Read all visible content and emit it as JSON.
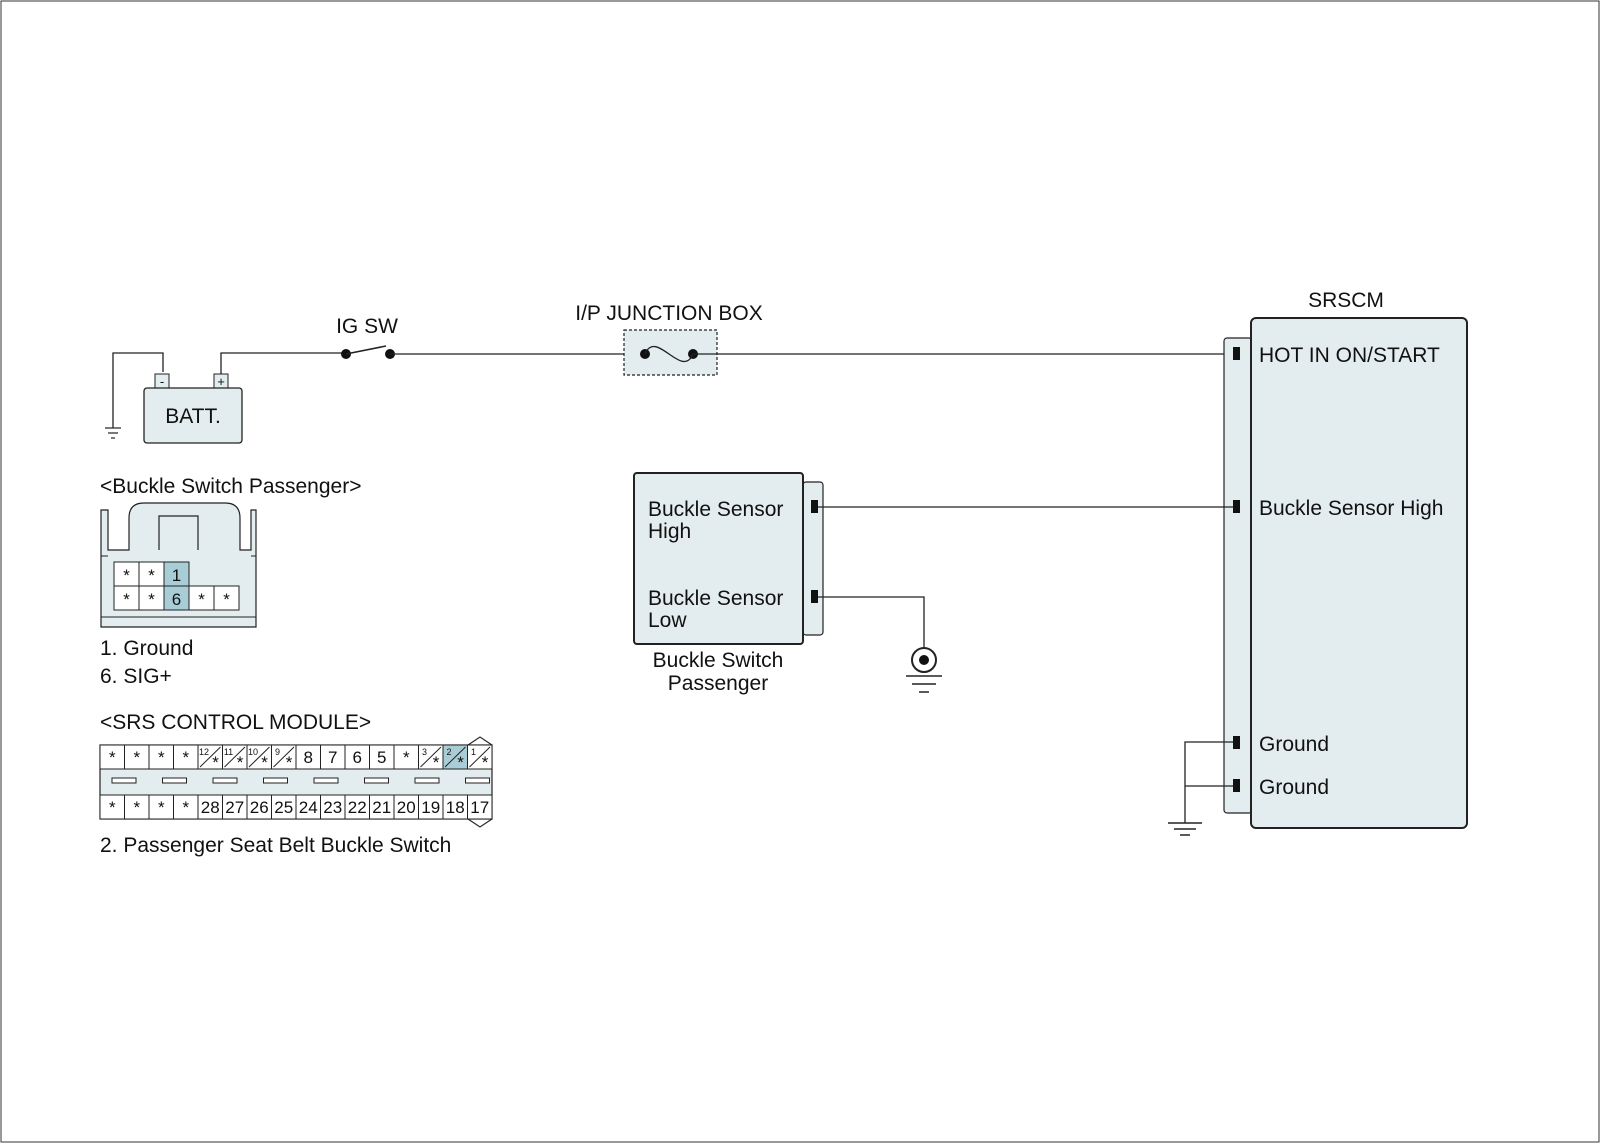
{
  "colors": {
    "line": "#222222",
    "box_fill": "#e3ecee",
    "highlight": "#a9cdd6",
    "background": "#ffffff"
  },
  "battery": {
    "label": "BATT.",
    "neg": "-",
    "pos": "+"
  },
  "ig_switch": {
    "label": "IG SW"
  },
  "junction_box": {
    "label": "I/P JUNCTION BOX"
  },
  "srscm": {
    "title": "SRSCM",
    "pins": {
      "hot": "HOT IN ON/START",
      "buckle_high": "Buckle Sensor High",
      "ground1": "Ground",
      "ground2": "Ground"
    }
  },
  "buckle_switch": {
    "pin_high": [
      "Buckle Sensor",
      "High"
    ],
    "pin_low": [
      "Buckle Sensor",
      "Low"
    ],
    "caption": [
      "Buckle Switch",
      "Passenger"
    ]
  },
  "buckle_connector": {
    "title": "<Buckle Switch Passenger>",
    "top_row": [
      "*",
      "*",
      "1"
    ],
    "bottom_row": [
      "*",
      "*",
      "6",
      "*",
      "*"
    ],
    "legend": [
      "1. Ground",
      "6. SIG+"
    ]
  },
  "srs_connector": {
    "title": "<SRS CONTROL MODULE>",
    "top_row": [
      "*",
      "*",
      "*",
      "*",
      "12",
      "11",
      "10",
      "9",
      "8",
      "7",
      "6",
      "5",
      "*",
      "3",
      "2",
      "1"
    ],
    "bottom_row": [
      "*",
      "*",
      "*",
      "*",
      "28",
      "27",
      "26",
      "25",
      "24",
      "23",
      "22",
      "21",
      "20",
      "19",
      "18",
      "17"
    ],
    "legend": "2. Passenger Seat Belt Buckle Switch"
  }
}
